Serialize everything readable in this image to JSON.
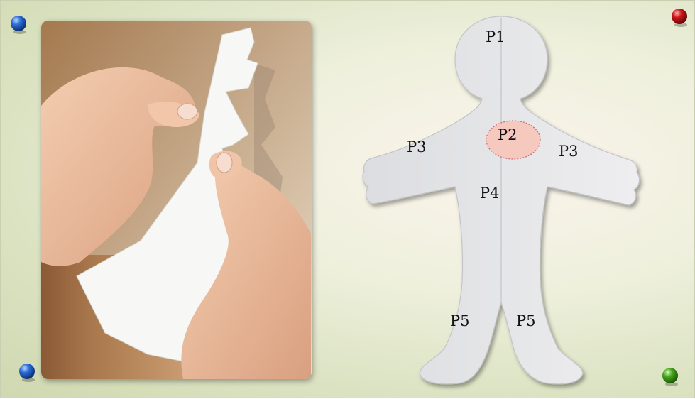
{
  "labels": {
    "p1": "P1",
    "p2": "P2",
    "p3_left": "P3",
    "p3_right": "P3",
    "p4": "P4",
    "p5_left": "P5",
    "p5_right": "P5"
  },
  "colors": {
    "background": "#e6ebd0",
    "paper_figure": "#e8e8ea",
    "highlight_p2": "#f6c9bf",
    "pin_blue": "#1f5fc0",
    "pin_red": "#c0181c",
    "pin_green": "#3f9a1c"
  },
  "icons": {
    "pins": [
      "blue-pushpin",
      "red-pushpin",
      "blue-pushpin",
      "green-pushpin"
    ]
  }
}
